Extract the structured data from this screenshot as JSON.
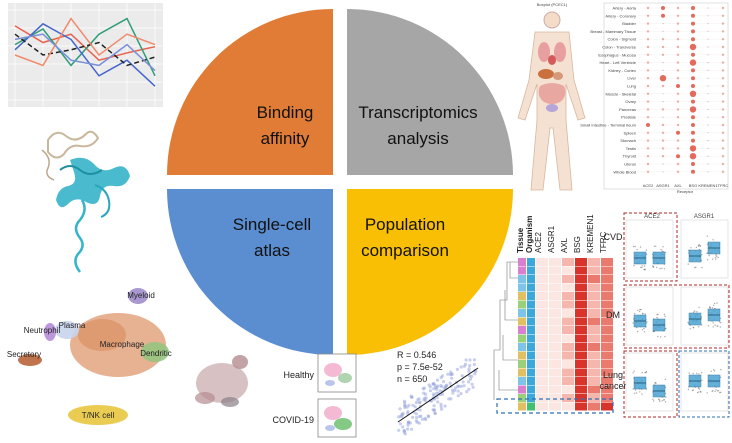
{
  "quadrants": {
    "binding": {
      "line1": "Binding",
      "line2": "affinity",
      "color": "#e07c35"
    },
    "transcriptomics": {
      "line1": "Transcriptomics",
      "line2": "analysis",
      "color": "#a6a6a6"
    },
    "singlecell": {
      "line1": "Single-cell",
      "line2": "atlas",
      "color": "#5b8ed0"
    },
    "population": {
      "line1": "Population",
      "line2": "comparison",
      "color": "#f9bf05"
    }
  },
  "bodymap": {
    "title": "Boxplot (PCEC1)"
  },
  "dotplot": {
    "tissues": [
      "Artery - Aorta",
      "Artery - Coronary",
      "Bladder",
      "Breast - Mammary Tissue",
      "Colon - Sigmoid",
      "Colon - Transverse",
      "Esophagus - Mucosa",
      "Heart - Left Ventricle",
      "Kidney - Cortex",
      "Liver",
      "Lung",
      "Muscle - Skeletal",
      "Ovary",
      "Pancreas",
      "Prostate",
      "Small Intestine - Terminal Ileum",
      "Spleen",
      "Stomach",
      "Testis",
      "Thyroid",
      "Uterus",
      "Whole Blood"
    ],
    "genes": [
      "ACE2",
      "ASGR1",
      "AXL",
      "BSG",
      "KREMEN1",
      "TFRC"
    ],
    "xlabel": "Receptor"
  },
  "umap": {
    "clusters": [
      "Myeloid",
      "Neutrophil",
      "Plasma",
      "Macrophage",
      "Dendritic",
      "Secretory",
      "T/NK cell"
    ]
  },
  "healthy_covid": {
    "healthy": "Healthy",
    "covid": "COVID-19"
  },
  "scatter": {
    "r": "R = 0.546",
    "p": "p = 7.5e-52",
    "n": "n = 650"
  },
  "heatmap": {
    "col_headers": [
      "Tissue",
      "Organism",
      "ACE2",
      "ASGR1",
      "AXL",
      "BSG",
      "KREMEN1",
      "TFRC"
    ]
  },
  "boxgrid": {
    "col_titles": [
      "ACE2",
      "ASGR1"
    ],
    "row_labels": [
      "CVD",
      "DM",
      "Lung\ncancer"
    ]
  },
  "line_chart": {
    "series": [
      {
        "values": [
          0.78,
          0.62,
          0.7,
          0.45,
          0.52,
          0.58
        ],
        "color": "#e8614d"
      },
      {
        "values": [
          0.6,
          0.75,
          0.4,
          0.7,
          0.85,
          0.3
        ],
        "color": "#2f9c7a"
      },
      {
        "values": [
          0.55,
          0.8,
          0.65,
          0.3,
          0.45,
          0.2
        ],
        "color": "#4466cc"
      },
      {
        "values": [
          0.7,
          0.5,
          0.55,
          0.62,
          0.4,
          0.48
        ],
        "color": "#222222"
      },
      {
        "values": [
          0.5,
          0.4,
          0.85,
          0.5,
          0.7,
          0.6
        ],
        "color": "#f08a6a"
      },
      {
        "values": [
          0.65,
          0.7,
          0.45,
          0.4,
          0.6,
          0.35
        ],
        "color": "#7a90d8"
      }
    ]
  }
}
